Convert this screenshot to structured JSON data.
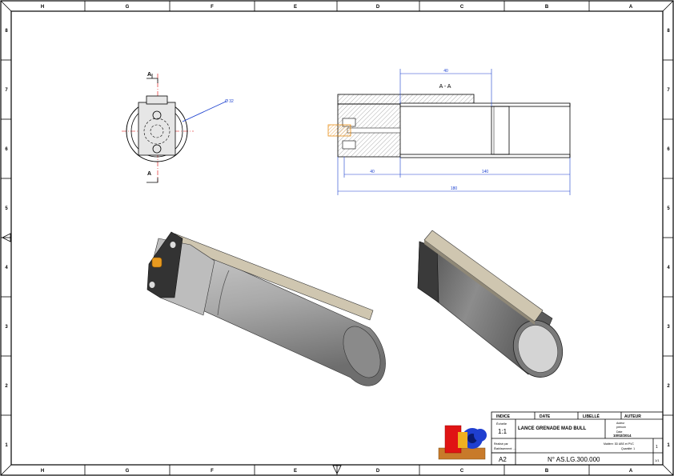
{
  "frame": {
    "columns_top": [
      "H",
      "G",
      "F",
      "E",
      "D",
      "C",
      "B",
      "A"
    ],
    "columns_bottom": [
      "H",
      "G",
      "F",
      "E",
      "D",
      "C",
      "B",
      "A"
    ],
    "rows_left": [
      "8",
      "7",
      "6",
      "5",
      "4",
      "3",
      "2",
      "1"
    ],
    "rows_right": [
      "8",
      "7",
      "6",
      "5",
      "4",
      "3",
      "2",
      "1"
    ]
  },
  "front_view": {
    "section_label_top": "A",
    "section_label_bottom": "A",
    "diameter_dim": "Ø 32"
  },
  "section_view": {
    "title": "A - A",
    "dim_top": "40",
    "dim_left": "40",
    "dim_right": "140",
    "dim_total": "180"
  },
  "title_block": {
    "h_indice": "INDICE",
    "h_date": "DATE",
    "h_libelle": "LIBELLÉ",
    "h_auteur": "AUTEUR",
    "echelle_label": "Échelle",
    "echelle_value": "1:1",
    "title": "LANCE GRENADE MAD BULL",
    "author_label": "Auteur",
    "author_value": "prénom",
    "date_label": "Date",
    "date_value": "10/02/2014",
    "material_label": "Matière: 3D ABS et PVC",
    "quantity_label": "Quantité: 1",
    "note1": "Réalisé par",
    "note2": "Établissement: ....",
    "format": "A2",
    "number": "N° AS.LG.300.000",
    "sheet": "1",
    "sheet_total": "1/1"
  }
}
